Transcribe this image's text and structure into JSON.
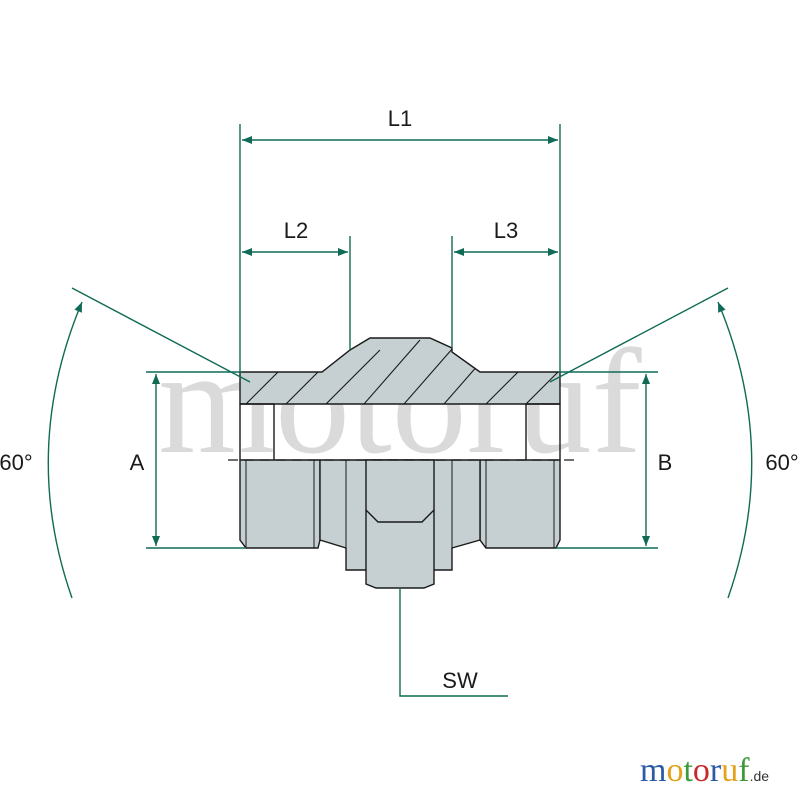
{
  "labels": {
    "l1": "L1",
    "l2": "L2",
    "l3": "L3",
    "a": "A",
    "b": "B",
    "sw": "SW",
    "angle_left": "60°",
    "angle_right": "60°"
  },
  "watermark": "motoruf",
  "logo": {
    "letters": [
      "m",
      "o",
      "t",
      "o",
      "r",
      "u",
      "f"
    ],
    "colors": [
      "#2b5aa8",
      "#e3a21a",
      "#3d9a3a",
      "#c62a2a",
      "#2b5aa8",
      "#e3a21a",
      "#3d9a3a"
    ],
    "suffix": ".de"
  },
  "colors": {
    "dimension": "#0f6b55",
    "body_fill": "#c6d0d3",
    "outline": "#1a1a1a"
  }
}
